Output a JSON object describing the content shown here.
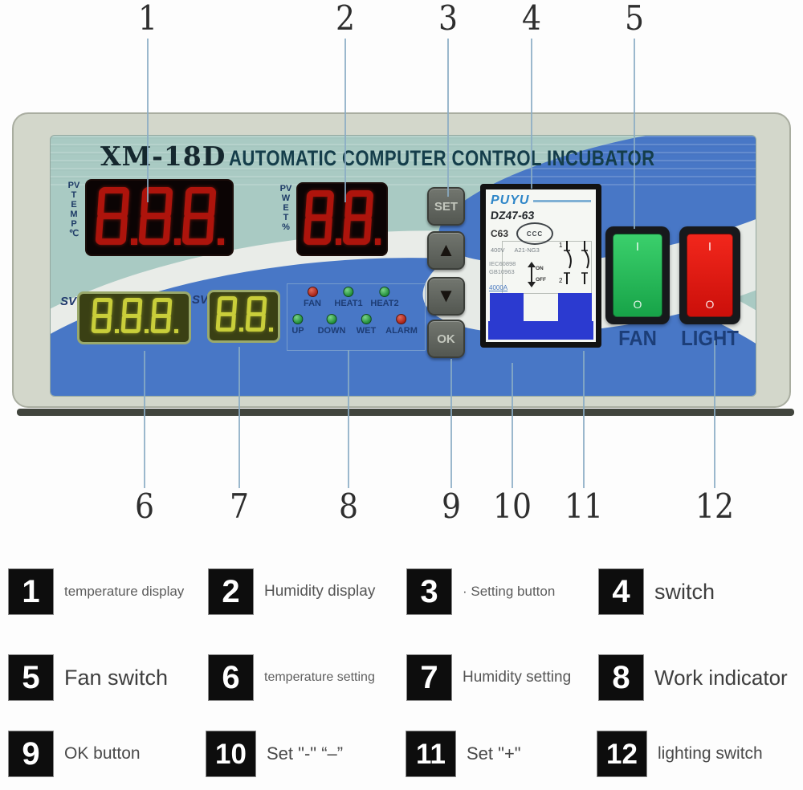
{
  "callouts": {
    "top": [
      "1",
      "2",
      "3",
      "4",
      "5"
    ],
    "bottom": [
      "6",
      "7",
      "8",
      "9",
      "10",
      "11",
      "12"
    ]
  },
  "panel": {
    "model": "XM-18D",
    "title": "AUTOMATIC COMPUTER CONTROL INCUBATOR",
    "displays": {
      "pv_temp": {
        "label": "PV\nT\nE\nM\nP\n℃",
        "value": "8.8.8."
      },
      "pv_wet": {
        "label": "PV\nW\nE\nT\n%",
        "value": "8.8."
      },
      "sv_temp": {
        "label": "SV",
        "value": "8.8.8."
      },
      "sv_wet": {
        "label": "SV",
        "value": "8.8."
      }
    },
    "buttons": {
      "set": "SET",
      "up_icon": "▲",
      "down_icon": "▼",
      "ok": "OK"
    },
    "indicators": [
      {
        "label": "FAN",
        "color": "red"
      },
      {
        "label": "HEAT1",
        "color": "green"
      },
      {
        "label": "HEAT2",
        "color": "green"
      },
      {
        "label": "UP",
        "color": "green"
      },
      {
        "label": "DOWN",
        "color": "green"
      },
      {
        "label": "WET",
        "color": "green"
      },
      {
        "label": "ALARM",
        "color": "red"
      }
    ],
    "breaker": {
      "brand": "PUYU",
      "model": "DZ47-63",
      "rating": "C63",
      "logo": "CCC",
      "line1": "400V",
      "line2": "A21-NG3",
      "std1": "IEC60898",
      "std2": "GB10963",
      "amp": "4000A",
      "on": "ON",
      "off": "OFF",
      "pole1": "1",
      "pole2": "2"
    },
    "switches": {
      "fan": {
        "label": "FAN",
        "on_mark": "I",
        "off_mark": "O",
        "color": "green"
      },
      "light": {
        "label": "LIGHT",
        "on_mark": "I",
        "off_mark": "O",
        "color": "red"
      }
    }
  },
  "legend": {
    "items": [
      {
        "num": "1",
        "label": "temperature display"
      },
      {
        "num": "2",
        "label": "Humidity display"
      },
      {
        "num": "3",
        "label": "· Setting button"
      },
      {
        "num": "4",
        "label": "switch"
      },
      {
        "num": "5",
        "label": "Fan switch"
      },
      {
        "num": "6",
        "label": "temperature setting"
      },
      {
        "num": "7",
        "label": "Humidity setting"
      },
      {
        "num": "8",
        "label": "Work indicator"
      },
      {
        "num": "9",
        "label": "OK button"
      },
      {
        "num": "10",
        "label": "Set \"-\" “–”"
      },
      {
        "num": "11",
        "label": "Set \"+\""
      },
      {
        "num": "12",
        "label": "lighting switch"
      }
    ]
  },
  "colors": {
    "panel_teal": "#a9cac3",
    "panel_blue": "#4877c6",
    "digit_red": "#ad140c",
    "digit_yellow": "#c9ce3a",
    "led_red": "#c03228",
    "led_green": "#2f9e46",
    "switch_green": "#26c15c",
    "switch_red": "#e8140e",
    "breaker_handle_blue": "#2b3ad0"
  }
}
